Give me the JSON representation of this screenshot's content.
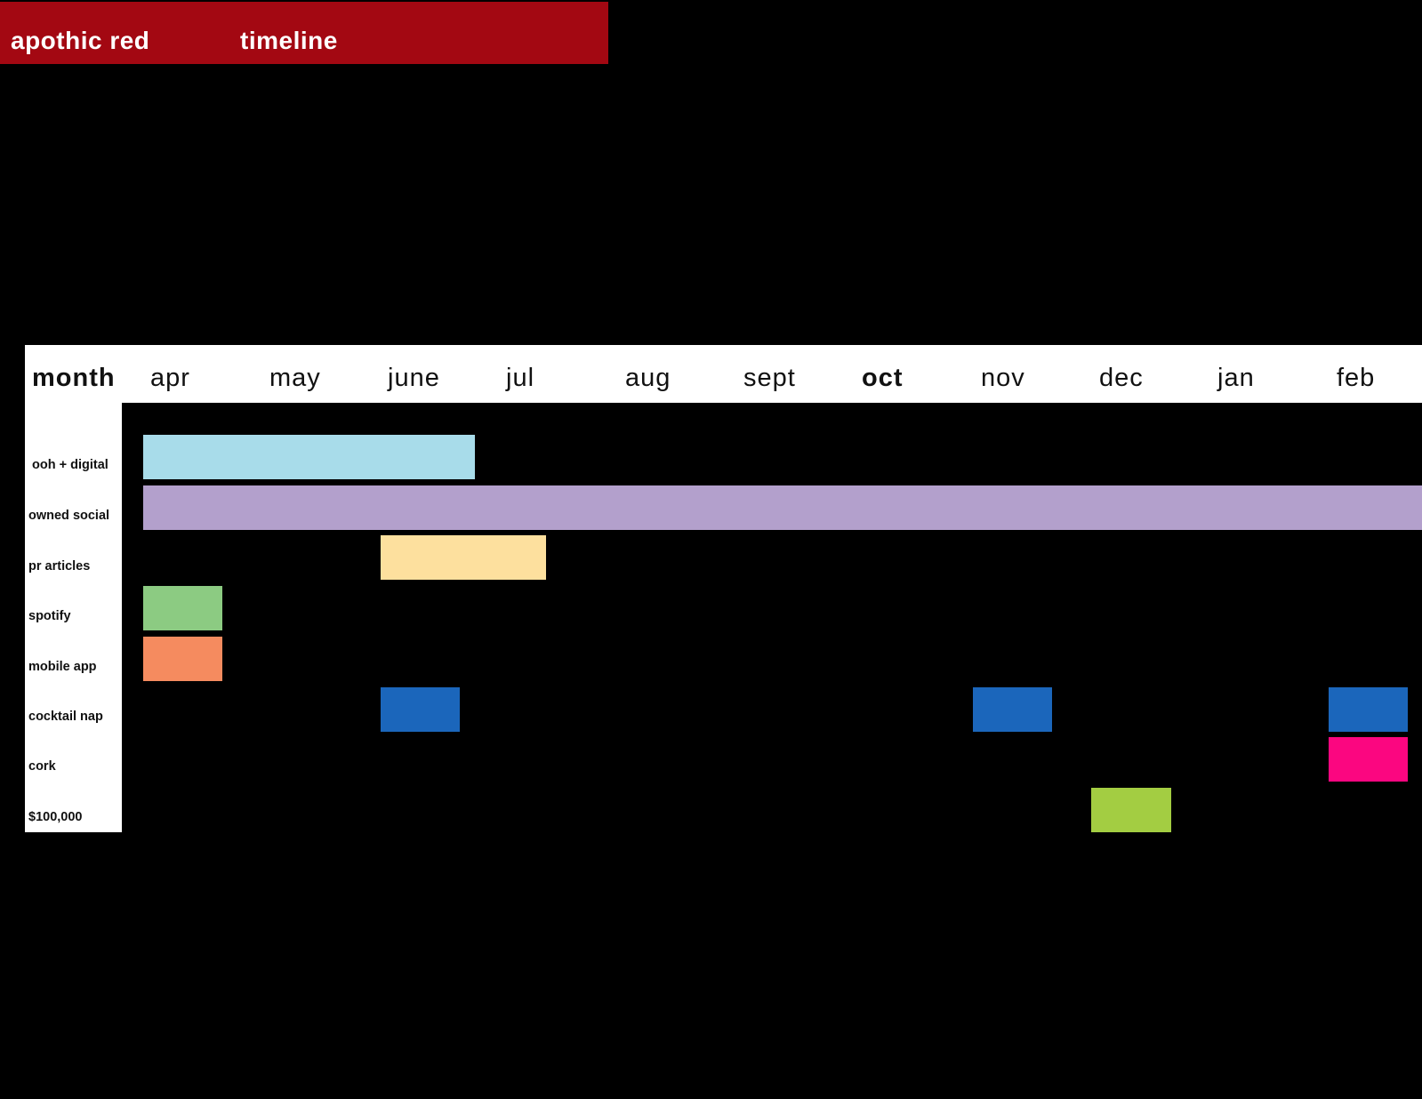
{
  "header": {
    "brand": "apothic red",
    "section": "timeline",
    "band_color": "#a30812"
  },
  "chart_data": {
    "type": "gantt",
    "corner_label": "month",
    "months": [
      "apr",
      "may",
      "june",
      "jul",
      "aug",
      "sept",
      "oct",
      "nov",
      "dec",
      "jan",
      "feb"
    ],
    "rows": [
      "ooh + digital",
      "owned social",
      "pr articles",
      "spotify",
      "mobile app",
      "cocktail nap",
      "cork",
      "$100,000"
    ],
    "bars": [
      {
        "row": "ooh + digital",
        "start": 0.0,
        "end": 2.8,
        "color": "#a8dcea"
      },
      {
        "row": "owned social",
        "start": 0.0,
        "end": 11.0,
        "color": "#b3a0cc"
      },
      {
        "row": "pr articles",
        "start": 2.0,
        "end": 3.4,
        "color": "#fde09e"
      },
      {
        "row": "spotify",
        "start": 0.0,
        "end": 0.67,
        "color": "#8ccb82"
      },
      {
        "row": "mobile app",
        "start": 0.0,
        "end": 0.67,
        "color": "#f58b5f"
      },
      {
        "row": "cocktail nap",
        "start": 2.0,
        "end": 2.67,
        "color": "#1b66bb"
      },
      {
        "row": "cocktail nap",
        "start": 7.0,
        "end": 7.67,
        "color": "#1b66bb"
      },
      {
        "row": "cocktail nap",
        "start": 10.0,
        "end": 10.67,
        "color": "#1b66bb"
      },
      {
        "row": "cork",
        "start": 10.0,
        "end": 10.67,
        "color": "#fb0680"
      },
      {
        "row": "$100,000",
        "start": 8.0,
        "end": 8.67,
        "color": "#a3cd42"
      }
    ]
  }
}
